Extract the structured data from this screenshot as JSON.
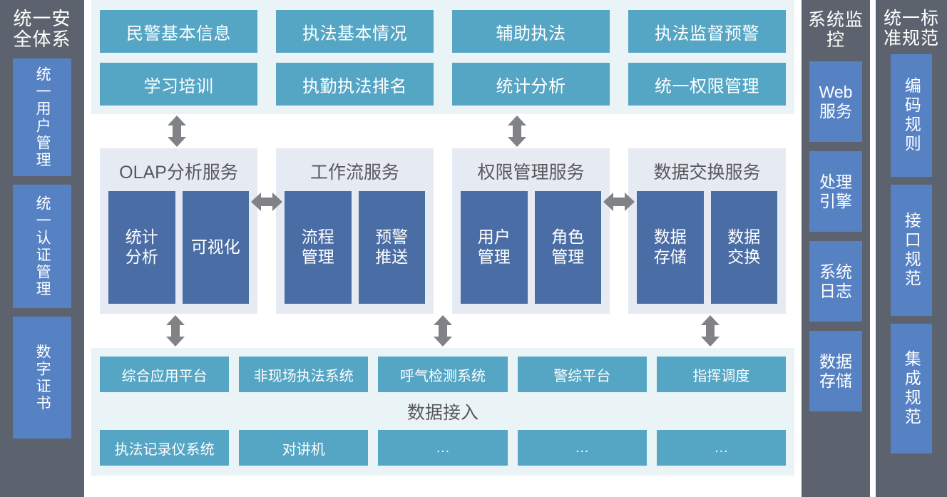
{
  "colors": {
    "sidebar_bg": "#5d636e",
    "sidebar_box": "#5682c4",
    "app_box": "#55a5c4",
    "app_layer_bg": "#eaf3f6",
    "service_panel_bg": "#e6eaf2",
    "service_box": "#4a6da5",
    "arrow": "#808285",
    "title_text": "#58585b"
  },
  "left_column": {
    "title": "统一安全体系",
    "items": [
      {
        "label": "统一用户管理"
      },
      {
        "label": "统一认证管理"
      },
      {
        "label": "数字证书"
      }
    ]
  },
  "application_layer": {
    "rows": [
      [
        {
          "label": "民警基本信息"
        },
        {
          "label": "执法基本情况"
        },
        {
          "label": "辅助执法"
        },
        {
          "label": "执法监督预警"
        }
      ],
      [
        {
          "label": "学习培训"
        },
        {
          "label": "执勤执法排名"
        },
        {
          "label": "统计分析"
        },
        {
          "label": "统一权限管理"
        }
      ]
    ]
  },
  "service_layer": {
    "panels": [
      {
        "title": "OLAP分析服务",
        "boxes": [
          {
            "line1": "统计",
            "line2": "分析"
          },
          {
            "line1": "可视化",
            "line2": ""
          }
        ]
      },
      {
        "title": "工作流服务",
        "boxes": [
          {
            "line1": "流程",
            "line2": "管理"
          },
          {
            "line1": "预警",
            "line2": "推送"
          }
        ]
      },
      {
        "title": "权限管理服务",
        "boxes": [
          {
            "line1": "用户",
            "line2": "管理"
          },
          {
            "line1": "角色",
            "line2": "管理"
          }
        ]
      },
      {
        "title": "数据交换服务",
        "boxes": [
          {
            "line1": "数据",
            "line2": "存储"
          },
          {
            "line1": "数据",
            "line2": "交换"
          }
        ]
      }
    ]
  },
  "data_layer": {
    "caption": "数据接入",
    "row_top": [
      {
        "label": "综合应用平台"
      },
      {
        "label": "非现场执法系统"
      },
      {
        "label": "呼气检测系统"
      },
      {
        "label": "警综平台"
      },
      {
        "label": "指挥调度"
      }
    ],
    "row_bottom": [
      {
        "label": "执法记录仪系统"
      },
      {
        "label": "对讲机"
      },
      {
        "label": "…"
      },
      {
        "label": "…"
      },
      {
        "label": "…"
      }
    ]
  },
  "monitor_column": {
    "title": "系统监控",
    "items": [
      {
        "line1": "Web",
        "line2": "服务"
      },
      {
        "line1": "处理",
        "line2": "引擎"
      },
      {
        "line1": "系统",
        "line2": "日志"
      },
      {
        "line1": "数据",
        "line2": "存储"
      }
    ]
  },
  "standards_column": {
    "title": "统一标准规范",
    "items": [
      {
        "label": "编码规则"
      },
      {
        "label": "接口规范"
      },
      {
        "label": "集成规范"
      }
    ]
  },
  "arrows": {
    "top_band": [
      {
        "name": "arrow-apps-to-olap"
      },
      {
        "name": "arrow-apps-to-authz"
      }
    ],
    "between_panels": [
      {
        "name": "arrow-olap-workflow"
      },
      {
        "name": "arrow-workflow-authz"
      },
      {
        "name": "arrow-authz-exchange"
      }
    ],
    "bottom_band": [
      {
        "name": "arrow-olap-to-data"
      },
      {
        "name": "arrow-workflow-to-data"
      },
      {
        "name": "arrow-exchange-to-data"
      }
    ]
  }
}
